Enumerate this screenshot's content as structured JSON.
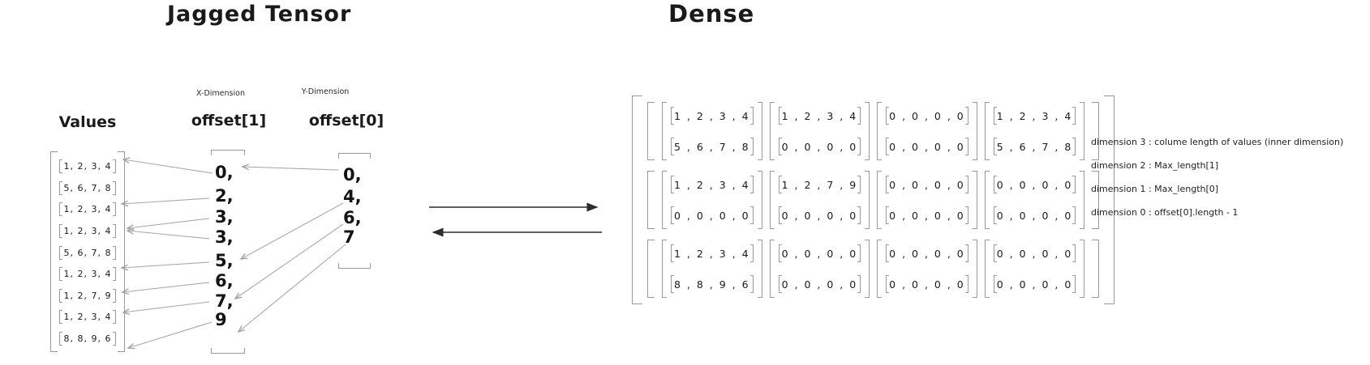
{
  "titles": {
    "jagged": "Jagged Tensor",
    "dense": "Dense"
  },
  "jagged": {
    "values_label": "Values",
    "x_dimension_label": "X-Dimension",
    "y_dimension_label": "Y-Dimension",
    "offset1_label": "offset[1]",
    "offset0_label": "offset[0]",
    "values": [
      "1, 2, 3, 4",
      "5, 6, 7, 8",
      "1, 2, 3, 4",
      "1, 2, 3, 4",
      "5, 6, 7, 8",
      "1, 2, 3, 4",
      "1, 2, 7, 9",
      "1, 2, 3, 4",
      "8, 8, 9, 6"
    ],
    "offset1": [
      "0,",
      "2,",
      "3,",
      "3,",
      "5,",
      "6,",
      "7,",
      "9"
    ],
    "offset0": [
      "0,",
      "4,",
      "6,",
      "7"
    ]
  },
  "dense": {
    "rows": [
      [
        [
          "1 , 2 , 3 , 4",
          "5 , 6 , 7 , 8"
        ],
        [
          "1 , 2 , 3 , 4",
          "0 , 0 , 0 , 0"
        ],
        [
          "0 , 0 , 0 , 0",
          "0 , 0 , 0 , 0"
        ],
        [
          "1 , 2 , 3 , 4",
          "5 , 6 , 7 , 8"
        ]
      ],
      [
        [
          "1 , 2 , 3 , 4",
          "0 , 0 , 0 , 0"
        ],
        [
          "1 , 2 , 7 , 9",
          "0 , 0 , 0 , 0"
        ],
        [
          "0 , 0 , 0 , 0",
          "0 , 0 , 0 , 0"
        ],
        [
          "0 , 0 , 0 , 0",
          "0 , 0 , 0 , 0"
        ]
      ],
      [
        [
          "1 , 2 , 3 , 4",
          "8 , 8 , 9 , 6"
        ],
        [
          "0 , 0 , 0 , 0",
          "0 , 0 , 0 , 0"
        ],
        [
          "0 , 0 , 0 , 0",
          "0 , 0 , 0 , 0"
        ],
        [
          "0 , 0 , 0 , 0",
          "0 , 0 , 0 , 0"
        ]
      ]
    ]
  },
  "annotations": [
    "dimension 3 : colume length of values (inner dimension)",
    "dimension 2 : Max_length[1]",
    "dimension 1  : Max_length[0]",
    "dimension 0 : offset[0].length - 1"
  ],
  "colors": {
    "ink": "#1a1a1a",
    "bracket_gray": "#9a9a9a",
    "mapping_arrow_gray": "#a0a0a0",
    "flow_arrow_dark": "#2d2d2d",
    "background": "#ffffff"
  }
}
